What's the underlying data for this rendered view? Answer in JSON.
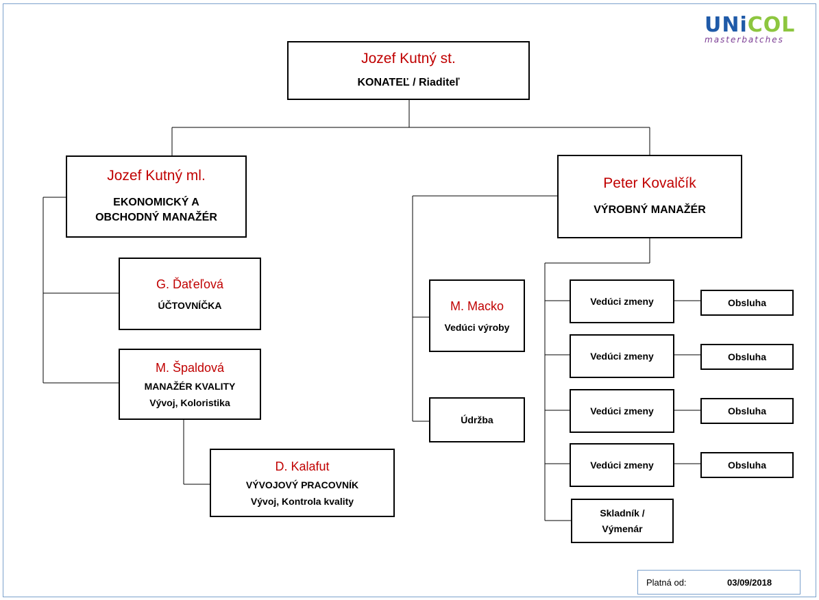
{
  "logo": {
    "brand": "UNiCOL",
    "brand_part1": "UNi",
    "brand_part2": "COL",
    "tagline": "masterbatches"
  },
  "colors": {
    "name_red": "#c00000",
    "logo_blue": "#1f5aa8",
    "logo_purple": "#7a3b93",
    "logo_green": "#8dc63f"
  },
  "nodes": {
    "ceo": {
      "name": "Jozef Kutný st.",
      "role": "KONATEĽ / Riaditeľ"
    },
    "economic_manager": {
      "name": "Jozef Kutný ml.",
      "role_line1": "EKONOMICKÝ A",
      "role_line2": "OBCHODNÝ MANAŽÉR"
    },
    "production_manager": {
      "name": "Peter Kovalčík",
      "role": "VÝROBNÝ MANAŽÉR"
    },
    "accountant": {
      "name": "G. Ďaťeľová",
      "role": "ÚČTOVNÍČKA"
    },
    "quality_manager": {
      "name": "M. Špaldová",
      "role": "MANAŽÉR KVALITY",
      "sub": "Vývoj, Koloristika"
    },
    "developer": {
      "name": "D. Kalafut",
      "role": "VÝVOJOVÝ PRACOVNÍK",
      "sub": "Vývoj, Kontrola kvality"
    },
    "production_lead": {
      "name": "M. Macko",
      "role": "Vedúci výroby"
    },
    "maintenance": {
      "role": "Údržba"
    },
    "shift_leads": [
      {
        "role": "Vedúci zmeny",
        "operator": "Obsluha"
      },
      {
        "role": "Vedúci zmeny",
        "operator": "Obsluha"
      },
      {
        "role": "Vedúci zmeny",
        "operator": "Obsluha"
      },
      {
        "role": "Vedúci zmeny",
        "operator": "Obsluha"
      }
    ],
    "warehouse": {
      "line1": "Skladník /",
      "line2": "Výmenár"
    }
  },
  "validity": {
    "label": "Platná od:",
    "date": "03/09/2018"
  }
}
